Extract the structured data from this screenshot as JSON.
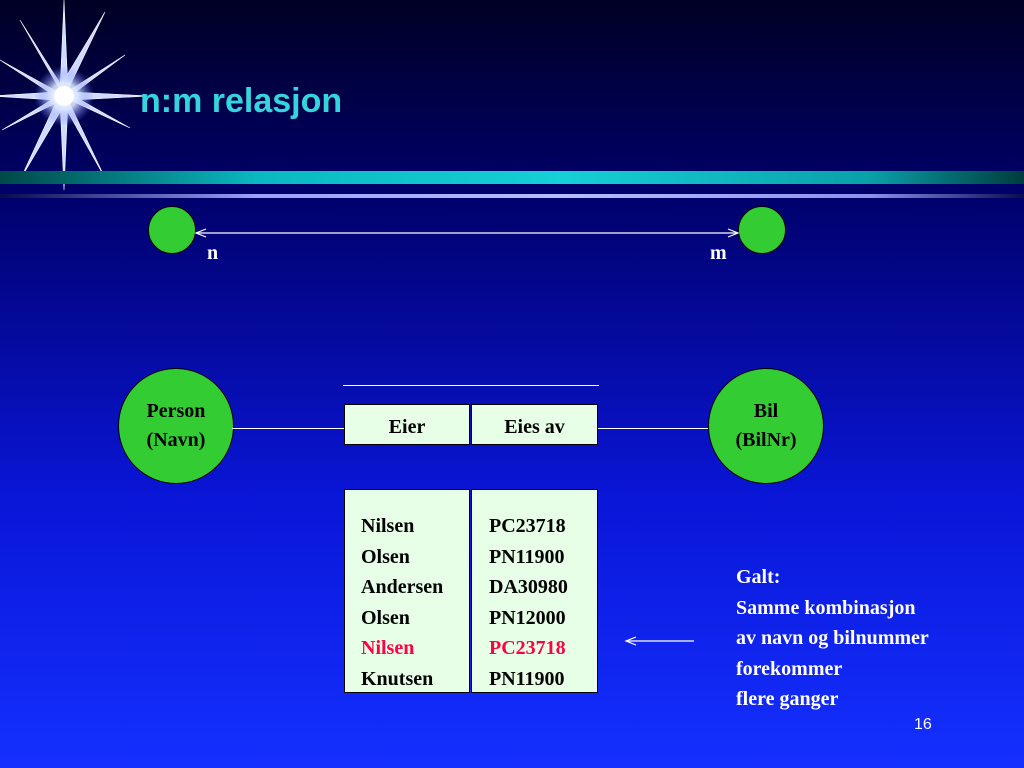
{
  "slide": {
    "title": "n:m relasjon",
    "page_number": "16"
  },
  "cardinality": {
    "left_label": "n",
    "right_label": "m"
  },
  "entities": {
    "left": {
      "line1": "Person",
      "line2": "(Navn)"
    },
    "right": {
      "line1": "Bil",
      "line2": "(BilNr)"
    }
  },
  "relation_table": {
    "headers": [
      "Eier",
      "Eies av"
    ],
    "rows": [
      {
        "eier": "Nilsen",
        "eies_av": "PC23718",
        "duplicate": false
      },
      {
        "eier": "Olsen",
        "eies_av": "PN11900",
        "duplicate": false
      },
      {
        "eier": "Andersen",
        "eies_av": "DA30980",
        "duplicate": false
      },
      {
        "eier": "Olsen",
        "eies_av": "PN12000",
        "duplicate": false
      },
      {
        "eier": "Nilsen",
        "eies_av": "PC23718",
        "duplicate": true
      },
      {
        "eier": "Knutsen",
        "eies_av": "PN11900",
        "duplicate": false
      }
    ]
  },
  "note": {
    "lines": [
      "Galt:",
      "Samme kombinasjon",
      "av navn og bilnummer",
      "forekommer",
      "flere ganger"
    ]
  },
  "colors": {
    "title": "#33d6dd",
    "node_fill": "#33cc33",
    "table_fill": "#e6ffe6",
    "duplicate_text": "#ff0044"
  },
  "icons": {
    "decoration": "starburst-icon"
  }
}
